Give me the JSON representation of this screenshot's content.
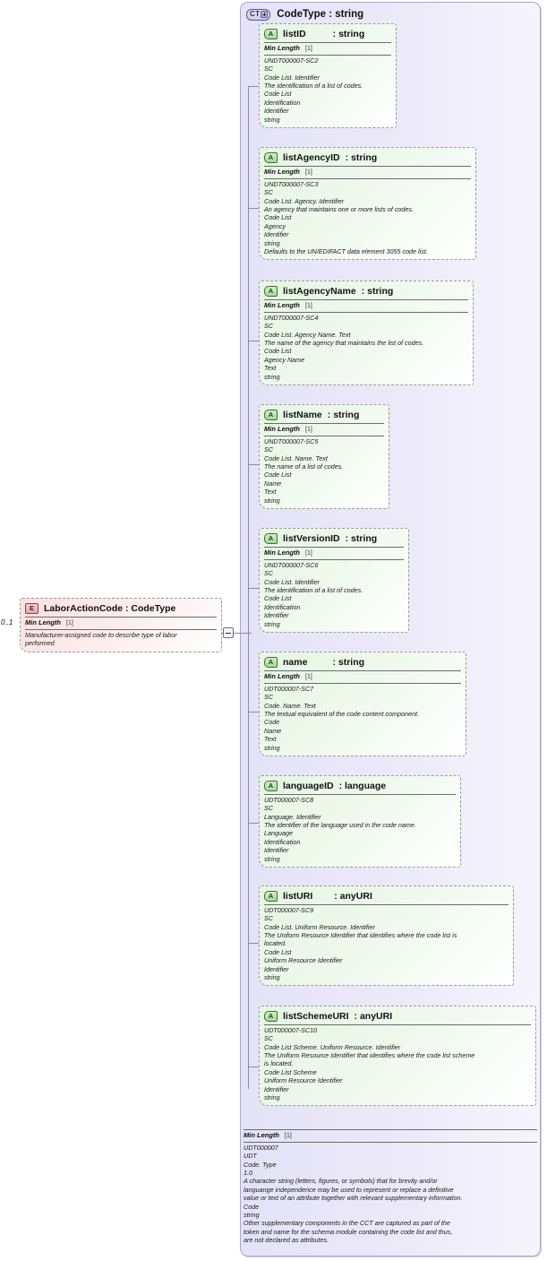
{
  "diagram": {
    "type": "xsd-schema-diagram",
    "complex_type": {
      "badge": "CT",
      "badge_expand": "+",
      "title": "CodeType : string"
    },
    "element": {
      "badge": "E",
      "title": "LaborActionCode : CodeType",
      "cardinality": "0..1",
      "facet_name": "Min Length",
      "facet_card": "[1]",
      "doc": "Manufacturer-assigned code to describe type of labor\nperformed"
    },
    "attributes": [
      {
        "badge": "A",
        "name": "listID",
        "type": ": string",
        "facet_name": "Min Length",
        "facet_card": "[1]",
        "doc": "UNDT000007-SC2\nSC\nCode List. Identifier\nThe identification of a list of codes.\nCode List\nIdentification\nIdentifier\nstring"
      },
      {
        "badge": "A",
        "name": "listAgencyID",
        "type": ": string",
        "facet_name": "Min Length",
        "facet_card": "[1]",
        "doc": "UNDT000007-SC3\nSC\nCode List. Agency. Identifier\nAn agency that maintains one or more lists of codes.\nCode List\nAgency\nIdentifier\nstring\nDefaults to the UN/EDIFACT data element 3055 code list."
      },
      {
        "badge": "A",
        "name": "listAgencyName",
        "type": ": string",
        "facet_name": "Min Length",
        "facet_card": "[1]",
        "doc": "UNDT000007-SC4\nSC\nCode List. Agency Name. Text\nThe name of the agency that maintains the list of codes.\nCode List\nAgency Name\nText\nstring"
      },
      {
        "badge": "A",
        "name": "listName",
        "type": ": string",
        "facet_name": "Min Length",
        "facet_card": "[1]",
        "doc": "UNDT000007-SC5\nSC\nCode List. Name. Text\nThe name of a list of codes.\nCode List\nName\nText\nstring"
      },
      {
        "badge": "A",
        "name": "listVersionID",
        "type": ": string",
        "facet_name": "Min Length",
        "facet_card": "[1]",
        "doc": "UNDT000007-SC6\nSC\nCode List. Identifier\nThe identification of a list of codes.\nCode List\nIdentification\nIdentifier\nstring"
      },
      {
        "badge": "A",
        "name": "name",
        "type": ": string",
        "facet_name": "Min Length",
        "facet_card": "[1]",
        "doc": "UDT000007-SC7\nSC\nCode. Name. Text\nThe textual equivalent of the code content component.\nCode\nName\nText\nstring"
      },
      {
        "badge": "A",
        "name": "languageID",
        "type": ": language",
        "facet_name": "",
        "facet_card": "",
        "doc": "UDT000007-SC8\nSC\nLanguage. Identifier\nThe identifier of the language used in the code name.\nLanguage\nIdentification\nIdentifier\nstring"
      },
      {
        "badge": "A",
        "name": "listURI",
        "type": ": anyURI",
        "facet_name": "",
        "facet_card": "",
        "doc": "UDT000007-SC9\nSC\nCode List. Uniform Resource. Identifier\nThe Uniform Resource Identifier that identifies where the code list is\nlocated.\nCode List\nUniform Resource Identifier\nIdentifier\nstring"
      },
      {
        "badge": "A",
        "name": "listSchemeURI",
        "type": ": anyURI",
        "facet_name": "",
        "facet_card": "",
        "doc": "UDT000007-SC10\nSC\nCode List Scheme. Uniform Resource. Identifier\nThe Uniform Resource Identifier that identifies where the code list scheme\nis located.\nCode List Scheme\nUniform Resource Identifier\nIdentifier\nstring"
      }
    ],
    "summary": {
      "facet_name": "Min Length",
      "facet_card": "[1]",
      "doc": "UDT000007\nUDT\nCode. Type\n1.0\nA character string (letters, figures, or symbols) that for brevity and/or\nlanguange independence may be used to represent or replace a definitive\nvalue or text of an attribute together with relevant supplementary information.\nCode\nstring\nOther supplementary components in the CCT are captured as part of the\ntoken and name for the schema module containing the code list and thus,\nare not declared as attributes."
    },
    "colors": {
      "complex_type_fill": "#e4e2f7",
      "attribute_fill": "#e6f6e2",
      "element_fill": "#fbe0e0",
      "border": "#9a9a9a",
      "connector": "#8d8aa6"
    }
  }
}
